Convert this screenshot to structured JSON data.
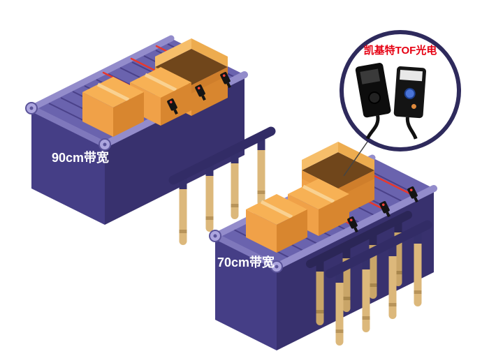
{
  "labels": {
    "left_conveyor": "90cm带宽",
    "right_conveyor": "70cm带宽",
    "callout_title": "凯基特TOF光电"
  },
  "colors": {
    "conveyor_top": "#6A63AE",
    "conveyor_end_face": "#453E86",
    "conveyor_long_face": "#38316E",
    "belt_rail": "#938CCB",
    "belt_stripe": "#4A4189",
    "roller": "#ACA5DE",
    "box_top": "#F7B155",
    "box_side_light": "#F0A148",
    "box_side_dark": "#D8862F",
    "box_interior": "#70461B",
    "tape": "#F9D191",
    "leg": "#DCB87B",
    "leg_band": "#B8945A",
    "leg_rail": "#322C66",
    "laser": "#E8382D",
    "conveyor_label_text": "#FFFFFF",
    "callout_border": "#2E2A5C",
    "callout_text": "#E60012",
    "sensor_body": "#141414",
    "sensor_lens_blue": "#4A74D8",
    "sensor_indicator_orange": "#E08A3C"
  }
}
